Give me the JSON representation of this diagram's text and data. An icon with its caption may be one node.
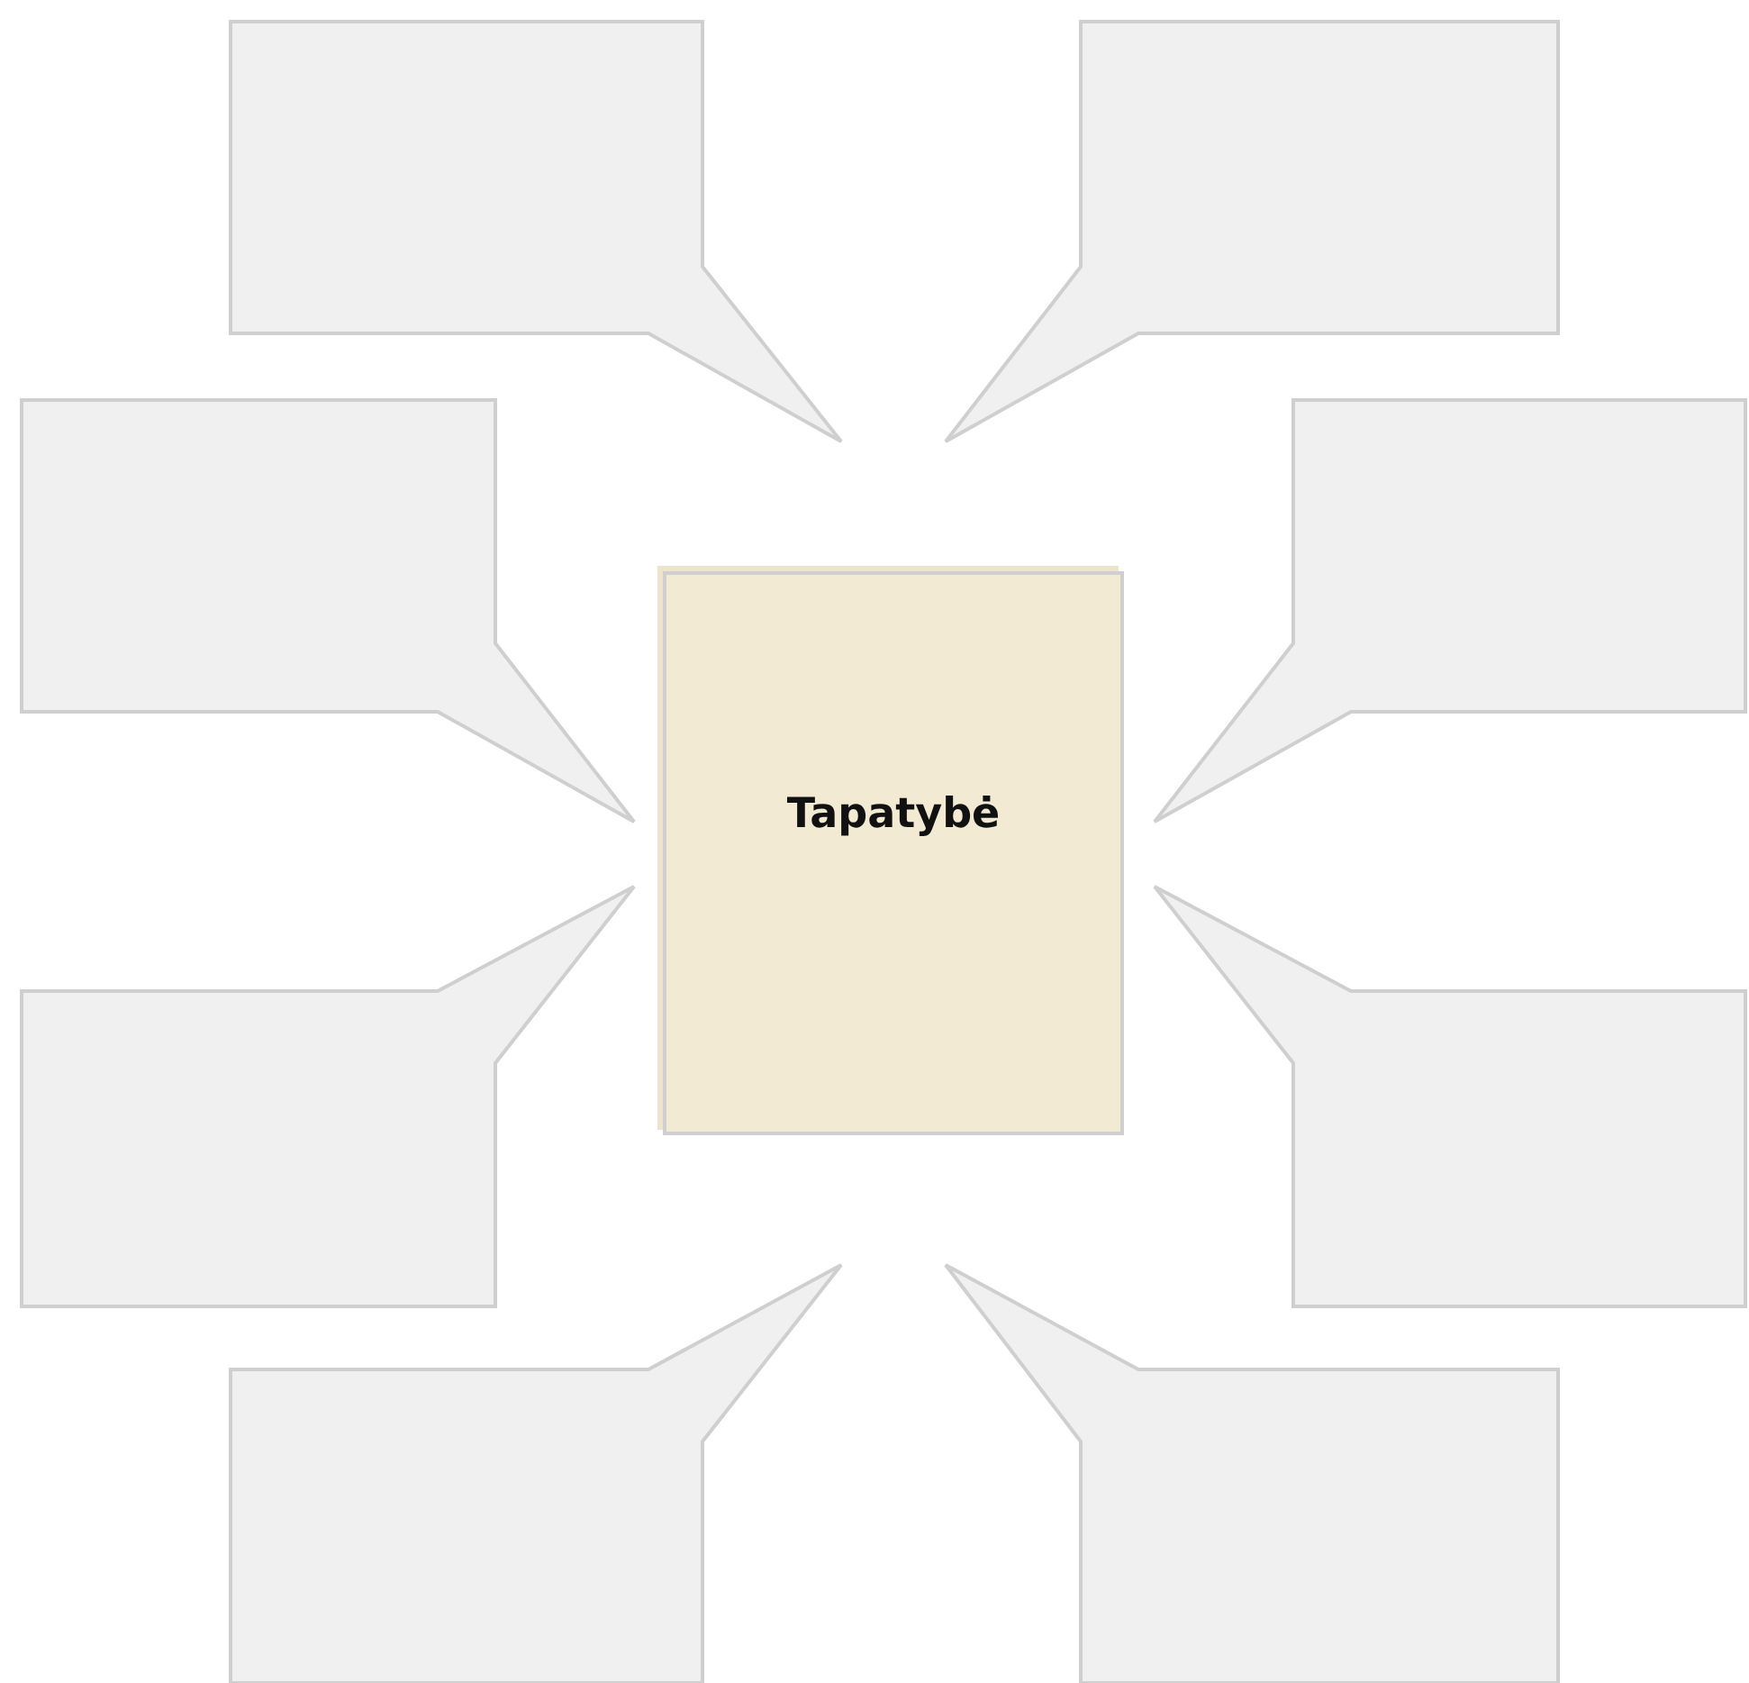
{
  "diagram": {
    "nodes": [
      {
        "text": [],
        "shape": "callout"
      },
      {
        "text": [],
        "shape": "callout"
      },
      {
        "text": [],
        "shape": "callout"
      },
      {
        "text": [],
        "shape": "callout"
      },
      {
        "text": [
          "Tapatybė"
        ]
      },
      {
        "text": [],
        "shape": "callout"
      },
      {
        "text": [],
        "shape": "callout"
      },
      {
        "text": [],
        "shape": "callout"
      },
      {
        "text": [],
        "shape": "callout"
      }
    ]
  }
}
